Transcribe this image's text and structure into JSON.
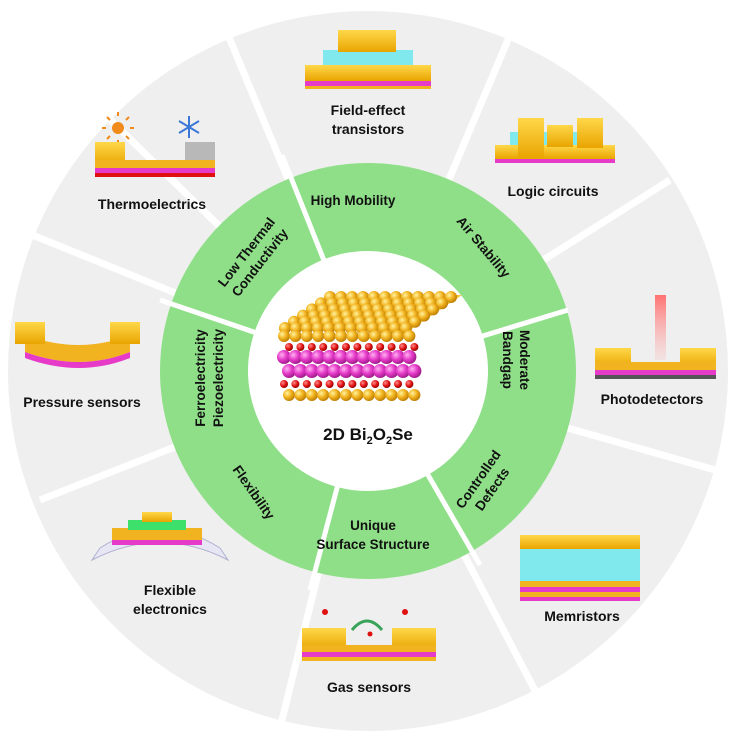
{
  "center": {
    "title_prefix": "2D Bi",
    "sub1": "2",
    "mid": "O",
    "sub2": "2",
    "suffix": "Se"
  },
  "properties": {
    "high_mobility": "High Mobility",
    "air_stability": "Air Stability",
    "moderate_bandgap_1": "Moderate",
    "moderate_bandgap_2": "Bandgap",
    "controlled_defects_1": "Controlled",
    "controlled_defects_2": "Defects",
    "unique_surface_1": "Unique",
    "unique_surface_2": "Surface Structure",
    "flexibility": "Flexibility",
    "ferroelectricity": "Ferroelectricity",
    "piezoelectricity": "Piezoelectricity",
    "low_thermal_1": "Low Thermal",
    "low_thermal_2": "Conductivity"
  },
  "applications": {
    "fet_1": "Field-effect",
    "fet_2": "transistors",
    "logic": "Logic circuits",
    "photodetectors": "Photodetectors",
    "memristors": "Memristors",
    "gas_sensors": "Gas sensors",
    "flexible_1": "Flexible",
    "flexible_2": "electronics",
    "pressure": "Pressure sensors",
    "thermoelectrics": "Thermoelectrics"
  },
  "colors": {
    "outer_ring": "#efefef",
    "ring_divider": "#ffffff",
    "green_ring": "#8fdf88",
    "gold_atom": "#f2b320",
    "magenta_atom": "#e63ac9",
    "red_atom": "#e01010",
    "cyan_layer": "#7fe9ee",
    "gray_block": "#b8b8b8"
  }
}
